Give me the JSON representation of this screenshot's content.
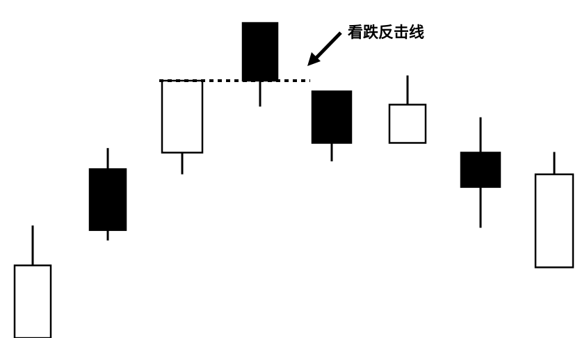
{
  "chart_data": {
    "type": "candlestick",
    "title": "",
    "xlabel": "",
    "ylabel": "",
    "grid": false,
    "colors": {
      "bullish_fill": "#ffffff",
      "bearish_fill": "#000000",
      "stroke": "#000000"
    },
    "ylim": [
      0,
      100
    ],
    "candles": [
      {
        "open": 22.4,
        "high": 34.7,
        "low": 0,
        "close": 0,
        "direction": "up"
      },
      {
        "open": 52.1,
        "high": 58.6,
        "low": 30.1,
        "close": 33.3,
        "direction": "down"
      },
      {
        "open": 57.2,
        "high": 78.8,
        "low": 50.5,
        "close": 79.4,
        "direction": "up"
      },
      {
        "open": 97.2,
        "high": 97.2,
        "low": 71.4,
        "close": 79.4,
        "direction": "down"
      },
      {
        "open": 76.1,
        "high": 76.1,
        "low": 54.5,
        "close": 60.2,
        "direction": "down"
      },
      {
        "open": 60.2,
        "high": 81.0,
        "low": 60.2,
        "close": 72.0,
        "direction": "up"
      },
      {
        "open": 57.2,
        "high": 68.1,
        "low": 34.0,
        "close": 46.6,
        "direction": "down"
      },
      {
        "open": 21.8,
        "high": 57.4,
        "low": 21.8,
        "close": 50.5,
        "direction": "up"
      }
    ],
    "reference_line": {
      "style": "dotted",
      "value": 79.4,
      "from_candle": 2,
      "to_candle": 4
    },
    "annotation": {
      "text": "看跌反击线",
      "points_to_candle": 4
    }
  }
}
